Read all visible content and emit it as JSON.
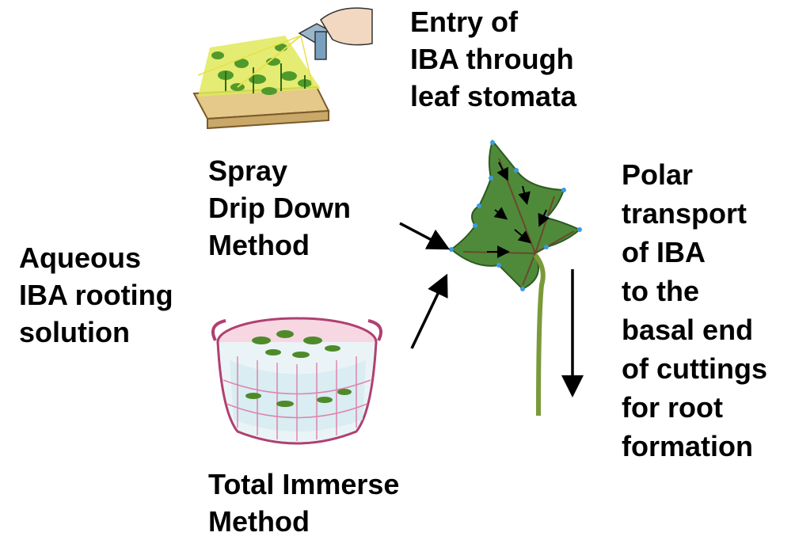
{
  "labels": {
    "aqueous": [
      "Aqueous",
      "IBA rooting",
      "solution"
    ],
    "spray": [
      "Spray",
      "Drip Down",
      "Method"
    ],
    "immerse": [
      "Total Immerse",
      "Method"
    ],
    "entry": [
      "Entry of",
      "IBA through",
      "leaf stomata"
    ],
    "polar": [
      "Polar",
      "transport",
      "of IBA",
      "to the",
      "basal end",
      "of cuttings",
      "for root",
      "formation"
    ]
  },
  "colors": {
    "text": "#000000",
    "leaf": "#4f8a3b",
    "leaf_dark": "#3a6b2a",
    "stem": "#7a9a3a",
    "stomata": "#3b9be0",
    "plants": "#c9d63a",
    "tray": "#c9a86a",
    "basket": "#e07aa0",
    "water": "#d7ecf2"
  },
  "icons": [
    "spray-tray-illustration",
    "immersion-basket-illustration",
    "ivy-leaf-illustration",
    "arrow-icon"
  ]
}
